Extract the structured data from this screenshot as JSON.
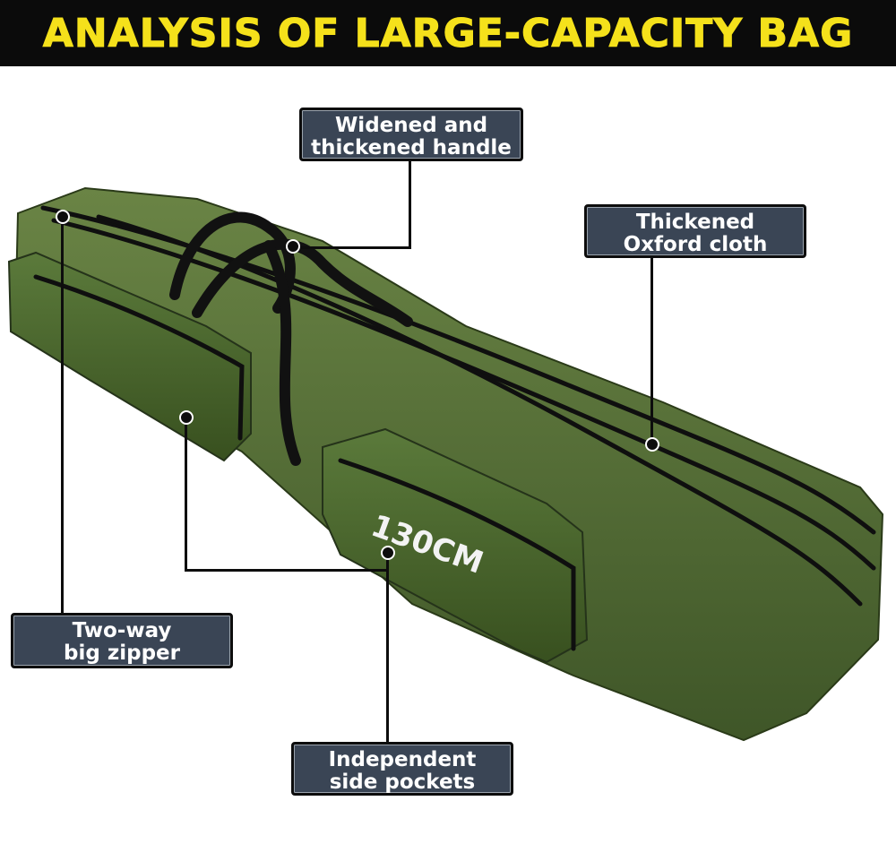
{
  "banner": {
    "title": "ANALYSIS OF LARGE-CAPACITY BAG",
    "text_color": "#f5e11b",
    "background": "#0b0b0b"
  },
  "product": {
    "size_print": "130CM",
    "fabric_color": "#4f6a33",
    "zipper_color": "#0f0f0f"
  },
  "callouts": {
    "handle": {
      "line1": "Widened and",
      "line2": "thickened handle"
    },
    "oxford": {
      "line1": "Thickened",
      "line2": "Oxford cloth"
    },
    "zipper": {
      "line1": "Two-way",
      "line2": "big zipper"
    },
    "pockets": {
      "line1": "Independent",
      "line2": "side pockets"
    }
  },
  "callout_style": {
    "background": "#3a4555",
    "text_color": "#ffffff"
  }
}
